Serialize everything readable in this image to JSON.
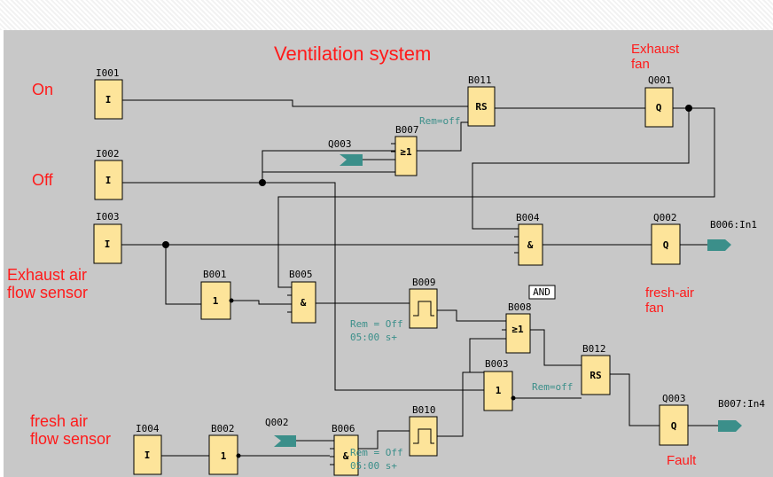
{
  "title": "Ventilation system",
  "labels": {
    "on": "On",
    "off": "Off",
    "exhaust_sensor_1": "Exhaust air",
    "exhaust_sensor_2": "flow sensor",
    "fresh_sensor_1": "fresh air",
    "fresh_sensor_2": "flow sensor",
    "exhaust_fan_1": "Exhaust",
    "exhaust_fan_2": "fan",
    "fresh_fan_1": "fresh-air",
    "fresh_fan_2": "fan",
    "fault": "Fault"
  },
  "blocks": {
    "I001": {
      "id": "I001",
      "sym": "I"
    },
    "I002": {
      "id": "I002",
      "sym": "I"
    },
    "I003": {
      "id": "I003",
      "sym": "I"
    },
    "I004": {
      "id": "I004",
      "sym": "I"
    },
    "B001": {
      "id": "B001",
      "sym": "1"
    },
    "B002": {
      "id": "B002",
      "sym": "1"
    },
    "B003": {
      "id": "B003",
      "sym": "1"
    },
    "B004": {
      "id": "B004",
      "sym": "&"
    },
    "B005": {
      "id": "B005",
      "sym": "&"
    },
    "B006": {
      "id": "B006",
      "sym": "&"
    },
    "B007": {
      "id": "B007",
      "sym": "≥1"
    },
    "B008": {
      "id": "B008",
      "sym": "≥1"
    },
    "B009": {
      "id": "B009",
      "sym": ""
    },
    "B010": {
      "id": "B010",
      "sym": ""
    },
    "B011": {
      "id": "B011",
      "sym": "RS"
    },
    "B012": {
      "id": "B012",
      "sym": "RS"
    },
    "Q001": {
      "id": "Q001",
      "sym": "Q"
    },
    "Q002": {
      "id": "Q002",
      "sym": "Q"
    },
    "Q003": {
      "id": "Q003",
      "sym": "Q"
    }
  },
  "connectors": {
    "q003_in": "Q003",
    "q002_in": "Q002",
    "b006_out": "B006:In1",
    "b007_out": "B007:In4"
  },
  "params": {
    "rem_off_a": "Rem=off",
    "rem_off_b": "Rem=off",
    "rem_off_c": "Rem=off",
    "b009_rem": "Rem = Off",
    "b009_time": "05:00 s+",
    "b010_rem": "Rem = Off",
    "b010_time": "05:00 s+"
  },
  "and_badge": "AND"
}
